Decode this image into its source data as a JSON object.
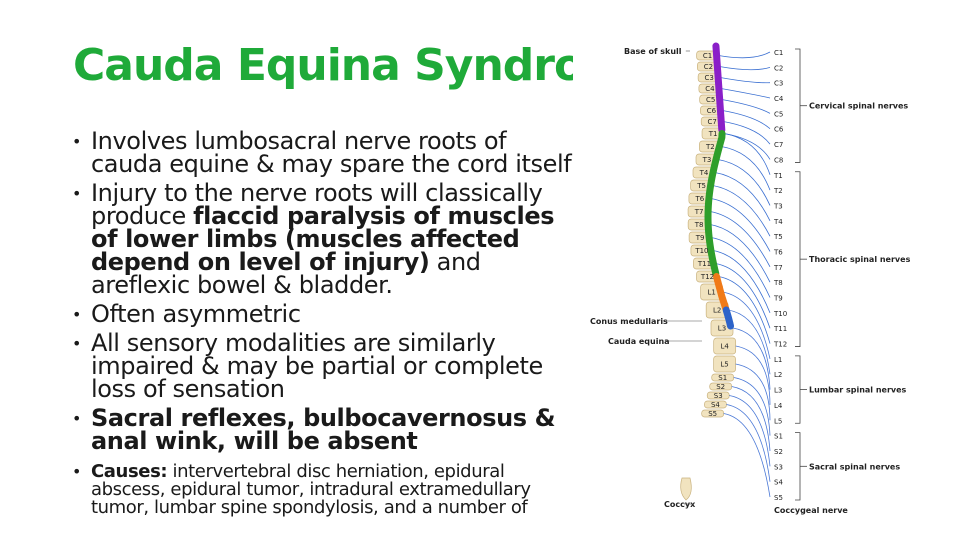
{
  "slide": {
    "title": "Cauda Equina Syndrome",
    "bullets": [
      {
        "segments": [
          {
            "t": "Involves lumbosacral nerve roots of cauda equine & may spare the cord itself",
            "b": false
          }
        ]
      },
      {
        "segments": [
          {
            "t": "Injury to the nerve roots will classically produce ",
            "b": false
          },
          {
            "t": "flaccid paralysis of muscles of lower limbs (muscles affected depend on level of injury)",
            "b": true
          },
          {
            "t": " and areflexic bowel & bladder.",
            "b": false
          }
        ]
      },
      {
        "segments": [
          {
            "t": "Often asymmetric",
            "b": false
          }
        ]
      },
      {
        "segments": [
          {
            "t": "All sensory modalities are similarly impaired & may be partial or complete loss of sensation",
            "b": false
          }
        ]
      },
      {
        "segments": [
          {
            "t": "Sacral reflexes, bulbocavernosus & anal wink, will be absent",
            "b": true
          }
        ]
      },
      {
        "small": true,
        "segments": [
          {
            "t": "Causes:",
            "b": true
          },
          {
            "t": " intervertebral disc herniation, epidural abscess, epidural tumor, intradural extramedullary tumor, lumbar spine spondylosis, and a number of",
            "b": false
          }
        ]
      }
    ]
  },
  "figure": {
    "left_labels": {
      "base_of_skull": "Base of skull",
      "conus_medullaris": "Conus medullaris",
      "cauda_equina": "Cauda equina",
      "coccyx": "Coccyx"
    },
    "regions": {
      "cervical": "Cervical spinal nerves",
      "thoracic": "Thoracic spinal nerves",
      "lumbar": "Lumbar spinal nerves",
      "sacral": "Sacral spinal nerves",
      "coccygeal": "Coccygeal nerve"
    },
    "nerve_labels": [
      "C1",
      "C2",
      "C3",
      "C4",
      "C5",
      "C6",
      "C7",
      "C8",
      "T1",
      "T2",
      "T3",
      "T4",
      "T5",
      "T6",
      "T7",
      "T8",
      "T9",
      "T10",
      "T11",
      "T12",
      "L1",
      "L2",
      "L3",
      "L4",
      "L5",
      "S1",
      "S2",
      "S3",
      "S4",
      "S5"
    ],
    "vertebra_labels": [
      "C1",
      "C2",
      "C3",
      "C4",
      "C5",
      "C6",
      "C7",
      "T1",
      "T2",
      "T3",
      "T4",
      "T5",
      "T6",
      "T7",
      "T8",
      "T9",
      "T10",
      "T11",
      "T12",
      "L1",
      "L2",
      "L3",
      "L4",
      "L5",
      "S1",
      "S2",
      "S3",
      "S4",
      "S5"
    ],
    "colors": {
      "cervical": "#8a1fc8",
      "thoracic": "#2e9e2a",
      "lumbar": "#f07a18",
      "sacral": "#2d63c9",
      "bone": "#f1e3bf"
    }
  }
}
